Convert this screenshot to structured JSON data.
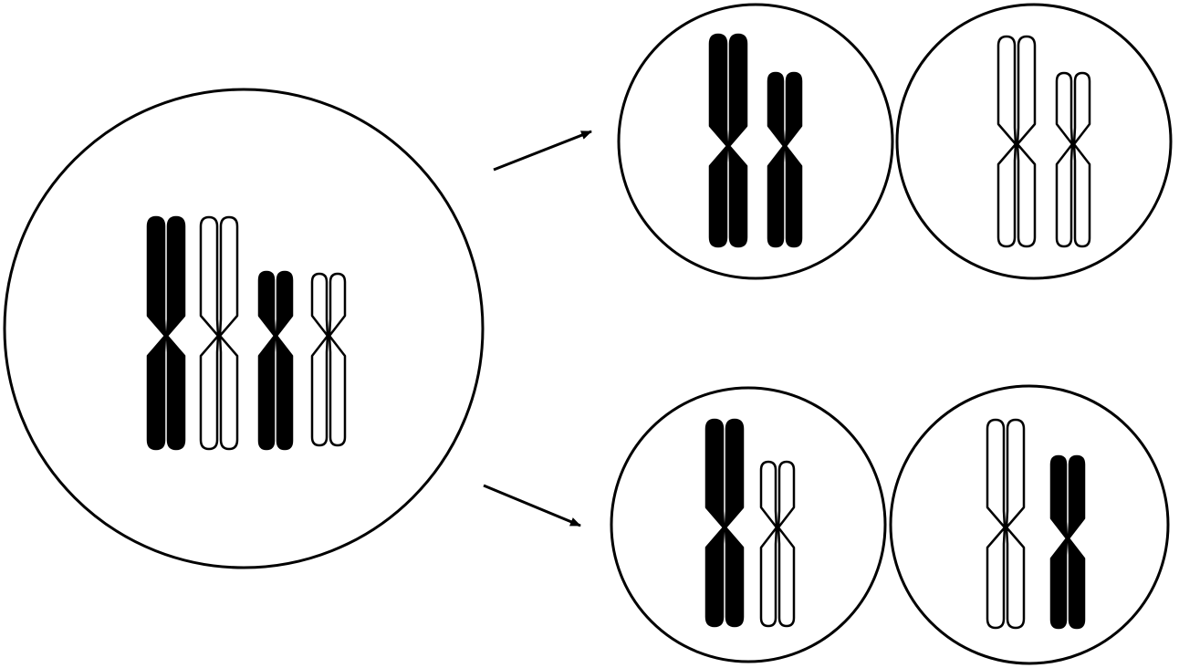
{
  "colors": {
    "ink": "#000000",
    "paper": "#ffffff"
  },
  "cells": [
    {
      "name": "parent-cell",
      "chromosomes": [
        {
          "name": "chromosome-large-dark",
          "fill": "dark",
          "size": "large"
        },
        {
          "name": "chromosome-large-light",
          "fill": "light",
          "size": "large"
        },
        {
          "name": "chromosome-small-dark",
          "fill": "dark",
          "size": "small"
        },
        {
          "name": "chromosome-small-light",
          "fill": "light",
          "size": "small"
        }
      ]
    },
    {
      "name": "daughter-cell-top-left",
      "chromosomes": [
        {
          "name": "chromosome-large-dark",
          "fill": "dark",
          "size": "large"
        },
        {
          "name": "chromosome-small-dark",
          "fill": "dark",
          "size": "small"
        }
      ]
    },
    {
      "name": "daughter-cell-top-right",
      "chromosomes": [
        {
          "name": "chromosome-large-light",
          "fill": "light",
          "size": "large"
        },
        {
          "name": "chromosome-small-light",
          "fill": "light",
          "size": "small"
        }
      ]
    },
    {
      "name": "daughter-cell-bottom-left",
      "chromosomes": [
        {
          "name": "chromosome-large-dark",
          "fill": "dark",
          "size": "large"
        },
        {
          "name": "chromosome-small-light",
          "fill": "light",
          "size": "small"
        }
      ]
    },
    {
      "name": "daughter-cell-bottom-right",
      "chromosomes": [
        {
          "name": "chromosome-large-light",
          "fill": "light",
          "size": "large"
        },
        {
          "name": "chromosome-small-dark",
          "fill": "dark",
          "size": "small"
        }
      ]
    }
  ],
  "arrows": [
    {
      "name": "arrow-to-top-cells",
      "from": "parent-cell",
      "to": "daughter-cell-top-left"
    },
    {
      "name": "arrow-to-bottom-cells",
      "from": "parent-cell",
      "to": "daughter-cell-bottom-left"
    }
  ]
}
